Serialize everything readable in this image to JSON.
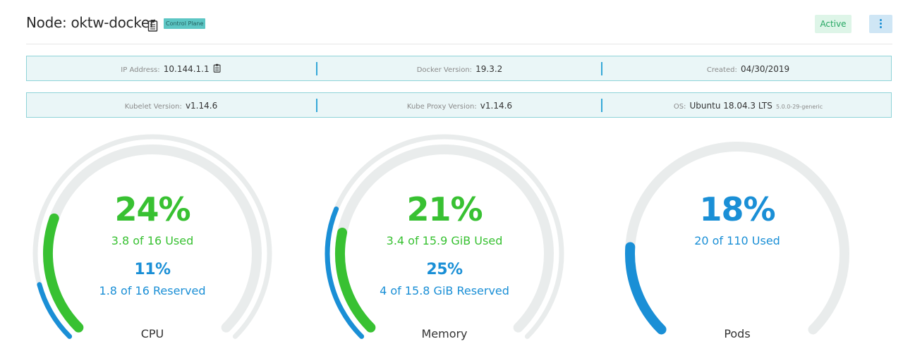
{
  "node": {
    "title": "Node: oktw-docker",
    "badge": "Control Plane",
    "status": "Active"
  },
  "info_row1": [
    {
      "label": "IP Address:",
      "value": "10.144.1.1"
    },
    {
      "label": "Docker Version:",
      "value": "19.3.2"
    },
    {
      "label": "Created:",
      "value": "04/30/2019"
    }
  ],
  "info_row2": [
    {
      "label": "Kubelet Version:",
      "value": "v1.14.6"
    },
    {
      "label": "Kube Proxy Version:",
      "value": "v1.14.6"
    },
    {
      "label": "OS:",
      "value": "Ubuntu 18.04.3 LTS",
      "extra": "5.0.0-29-generic"
    }
  ],
  "gauges": [
    {
      "name": "CPU",
      "used_pct": "24%",
      "used_text": "3.8 of 16 Used",
      "reserved_pct": "11%",
      "reserved_text": "1.8 of 16 Reserved",
      "used_fraction": 0.24,
      "reserved_fraction": 0.11
    },
    {
      "name": "Memory",
      "used_pct": "21%",
      "used_text": "3.4 of 15.9 GiB Used",
      "reserved_pct": "25%",
      "reserved_text": "4 of 15.8 GiB Reserved",
      "used_fraction": 0.21,
      "reserved_fraction": 0.25
    },
    {
      "name": "Pods",
      "used_pct": "18%",
      "used_text": "20 of 110 Used",
      "used_fraction": 0.18
    }
  ],
  "colors": {
    "used": "#38c132",
    "reserved": "#1a8fd6",
    "track": "#e9ecec",
    "border": "#8fd3d8"
  },
  "icons": [
    "copy-icon",
    "kebab-menu-icon"
  ]
}
